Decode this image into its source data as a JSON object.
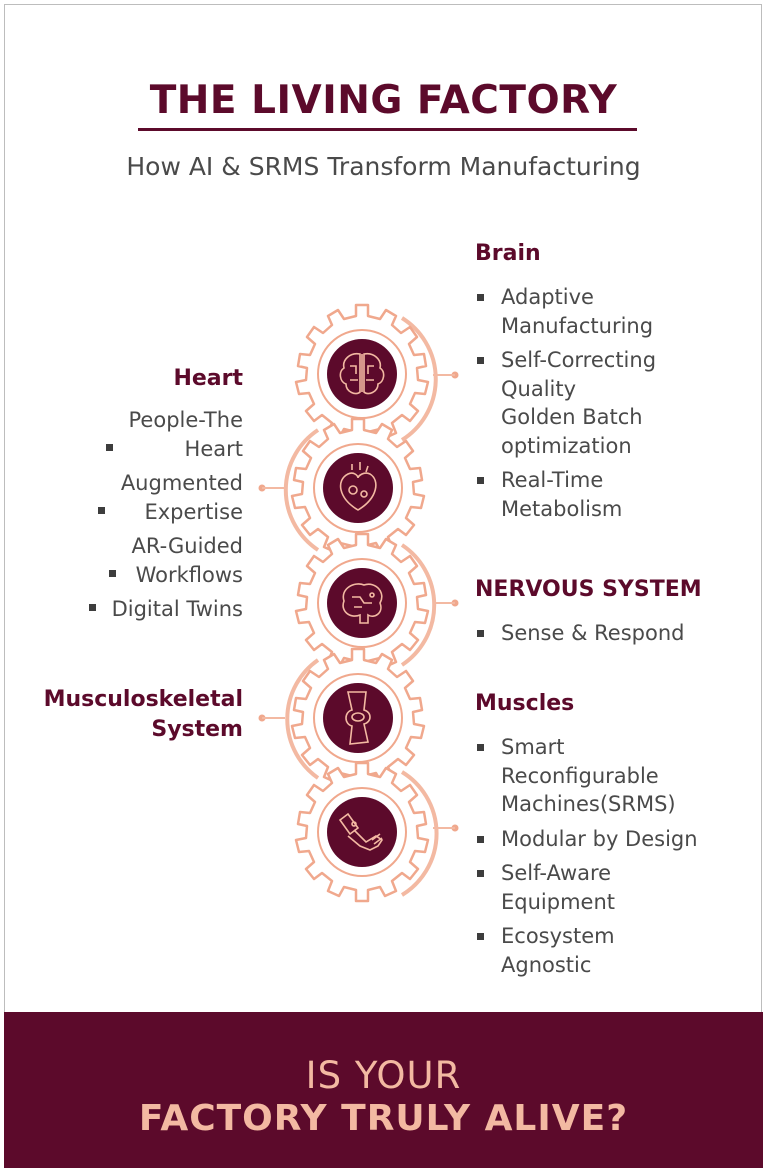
{
  "header": {
    "title": "THE LIVING FACTORY",
    "subtitle": "How AI & SRMS Transform Manufacturing"
  },
  "organs": {
    "brain": {
      "heading": "Brain",
      "items": [
        "Adaptive\nManufacturing",
        "Self-Correcting\nQuality\nGolden Batch\noptimization",
        "Real-Time\nMetabolism"
      ]
    },
    "heart": {
      "heading": "Heart",
      "items": [
        "People-The\nHeart",
        "Augmented\nExpertise",
        "AR-Guided\nWorkflows",
        "Digital Twins"
      ]
    },
    "nervous": {
      "heading": "NERVOUS SYSTEM",
      "items": [
        "Sense & Respond"
      ]
    },
    "musculoskeletal": {
      "heading_line1": "Musculoskeletal",
      "heading_line2": "System"
    },
    "muscles": {
      "heading": "Muscles",
      "items": [
        "Smart\nReconfigurable\nMachines(SRMS)",
        "Modular by Design",
        "Self-Aware\nEquipment",
        "Ecosystem\nAgnostic"
      ]
    }
  },
  "gears": [
    {
      "icon": "brain-circuit-icon"
    },
    {
      "icon": "heart-gears-icon"
    },
    {
      "icon": "neural-brain-icon"
    },
    {
      "icon": "knee-joint-icon"
    },
    {
      "icon": "robotic-arm-icon"
    }
  ],
  "colors": {
    "primary": "#5c0a2b",
    "accent": "#f3b9a2",
    "text": "#4a4a4a"
  },
  "banner": {
    "line1": "IS YOUR",
    "line2": "FACTORY TRULY ALIVE?"
  }
}
